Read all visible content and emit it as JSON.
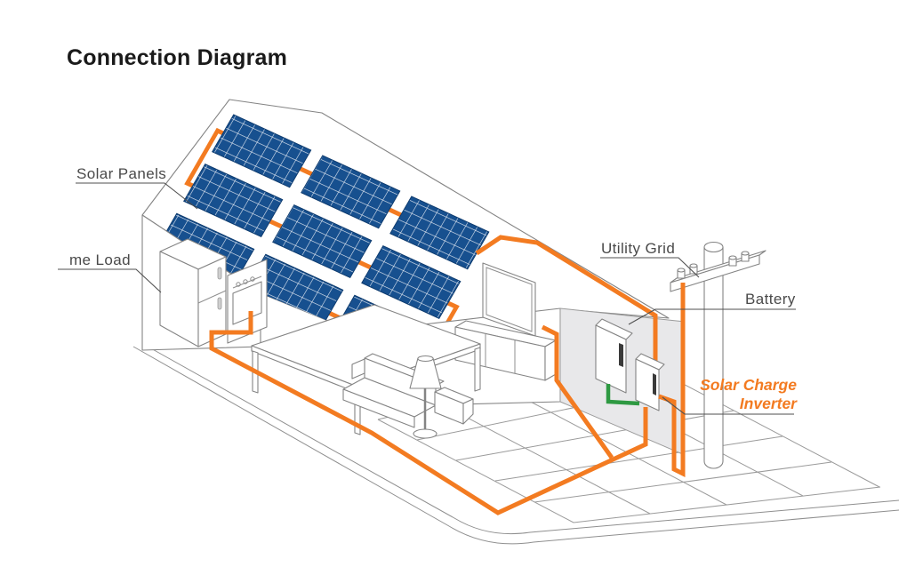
{
  "title": "Connection Diagram",
  "labels": {
    "solar_panels": "Solar Panels",
    "home_load": "me Load",
    "utility_grid": "Utility Grid",
    "battery": "Battery",
    "inverter_line1": "Solar Charge",
    "inverter_line2": "Inverter"
  },
  "colors": {
    "wire_orange": "#F37B21",
    "wire_green": "#2E9942",
    "panel_blue": "#17508F",
    "panel_grid_line": "#E8EDF4",
    "outline_gray": "#848484",
    "label_gray": "#4A4A4A",
    "title_color": "#1A1A1A",
    "wall_gray": "#E8E8EA",
    "accent_orange": "#F37B21"
  }
}
